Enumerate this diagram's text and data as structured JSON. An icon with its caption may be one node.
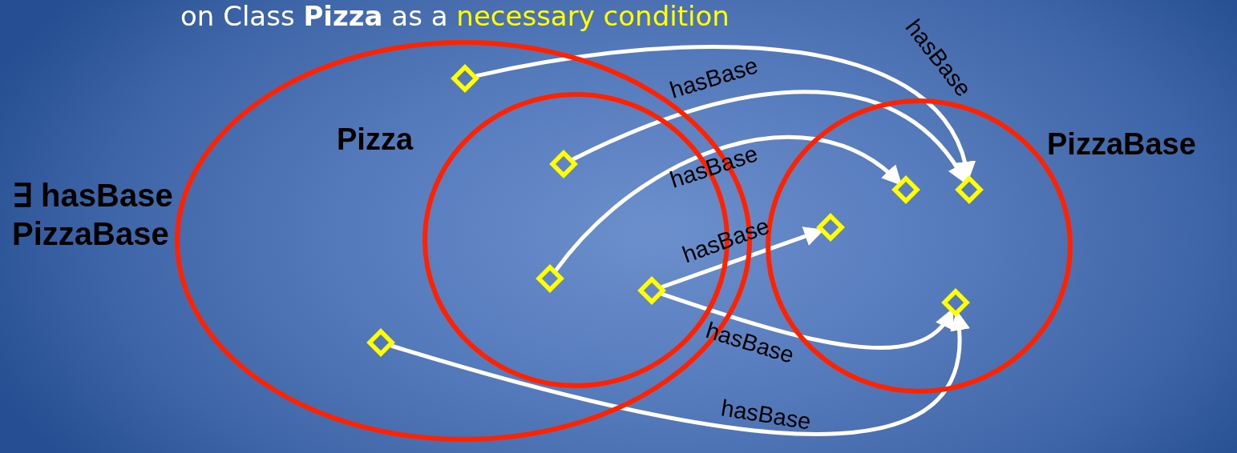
{
  "diagram": {
    "nodes": [
      {
        "text": [
          "∃ hasBase PizzaBase"
        ]
      },
      {
        "text": [
          "Pizza"
        ],
        "in": 0
      },
      {
        "text": [
          "PizzaBase"
        ]
      },
      {
        "text": [],
        "shape": "diamond",
        "in": 0
      },
      {
        "text": [],
        "shape": "diamond",
        "in": 1
      },
      {
        "text": [],
        "shape": "diamond",
        "in": 2
      },
      {
        "text": [],
        "shape": "diamond",
        "in": 2
      },
      {
        "text": [],
        "shape": "diamond",
        "in": 2
      },
      {
        "text": [],
        "shape": "diamond",
        "in": 1
      },
      {
        "text": [],
        "shape": "diamond",
        "in": 1
      },
      {
        "text": [],
        "shape": "diamond",
        "in": 2
      },
      {
        "text": [],
        "shape": "diamond",
        "in": 0
      }
    ],
    "edges": [
      {
        "from": 3,
        "to": 6,
        "arrow": "to",
        "label": "hasBase"
      },
      {
        "from": 4,
        "to": 6,
        "arrow": "to",
        "label": "hasBase"
      },
      {
        "from": 8,
        "to": 5,
        "arrow": "to",
        "label": "hasBase"
      },
      {
        "from": 9,
        "to": 7,
        "arrow": "to",
        "label": "hasBase"
      },
      {
        "from": 9,
        "to": 10,
        "arrow": "to",
        "label": "hasBase"
      },
      {
        "from": 11,
        "to": 10,
        "arrow": "to",
        "label": "hasBase"
      }
    ],
    "labels": [
      "on Class **Pizza** as a",
      "necessary condition"
    ]
  }
}
